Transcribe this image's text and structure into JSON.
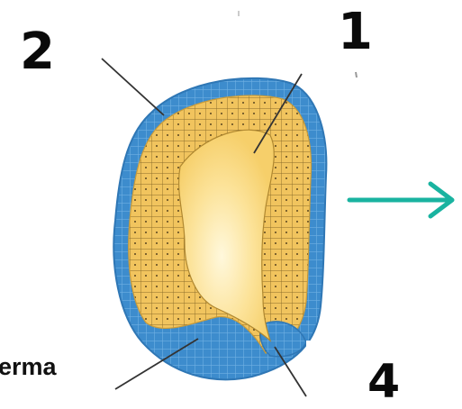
{
  "labels": {
    "one": "1",
    "two": "2",
    "four": "4",
    "partial_term": "erma"
  },
  "colors": {
    "ectoderm_blue": "#3d8ccd",
    "endoderm_yellow": "#f3c866",
    "cavity_center": "#fff8dc",
    "arrow_teal": "#19b3a0",
    "leader_line": "#333333"
  }
}
